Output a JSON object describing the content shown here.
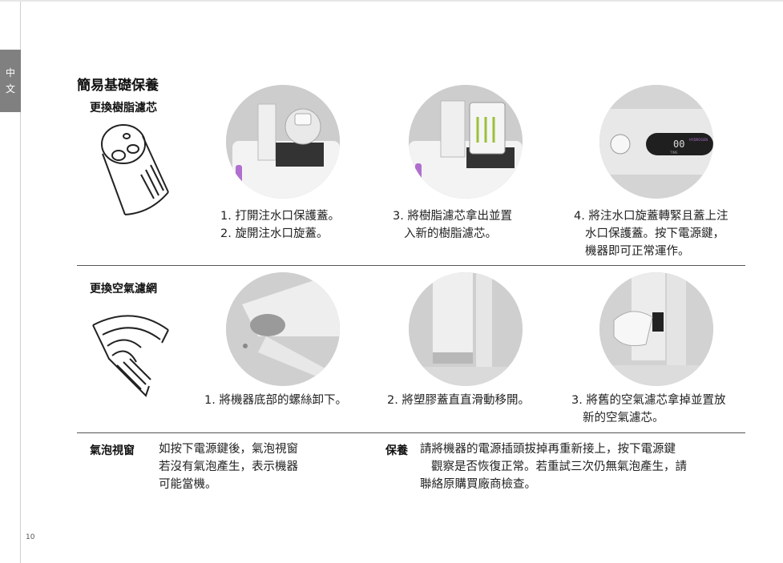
{
  "side_tab": {
    "line1": "中",
    "line2": "文"
  },
  "page_number": "10",
  "section_title": "簡易基礎保養",
  "resin": {
    "subtitle": "更換樹脂濾芯",
    "steps": [
      [
        "1. 打開注水口保護蓋。",
        "2. 旋開注水口旋蓋。"
      ],
      [
        "3. 將樹脂濾芯拿出並置",
        "入新的樹脂濾芯。"
      ],
      [
        "4. 將注水口旋蓋轉緊且蓋上注",
        "水口保護蓋。按下電源鍵，",
        "機器即可正常運作。"
      ]
    ],
    "display_digits": "00",
    "display_caption": "TIME",
    "display_brand": "HYDROGEN"
  },
  "air": {
    "subtitle": "更換空氣濾網",
    "steps": [
      [
        "1. 將機器底部的螺絲卸下。"
      ],
      [
        "2. 將塑膠蓋直直滑動移開。"
      ],
      [
        "3. 將舊的空氣濾芯拿掉並置放",
        "新的空氣濾芯。"
      ]
    ]
  },
  "notes": {
    "bubble": {
      "label": "氣泡視窗",
      "lines": [
        "如按下電源鍵後，氣泡視窗",
        "若沒有氣泡產生，表示機器",
        "可能當機。"
      ]
    },
    "warranty": {
      "label": "保養",
      "lines": [
        "請將機器的電源插頭拔掉再重新接上，按下電源鍵",
        "觀察是否恢復正常。若重試三次仍無氣泡產生，請",
        "聯絡原購買廠商檢查。"
      ]
    }
  }
}
